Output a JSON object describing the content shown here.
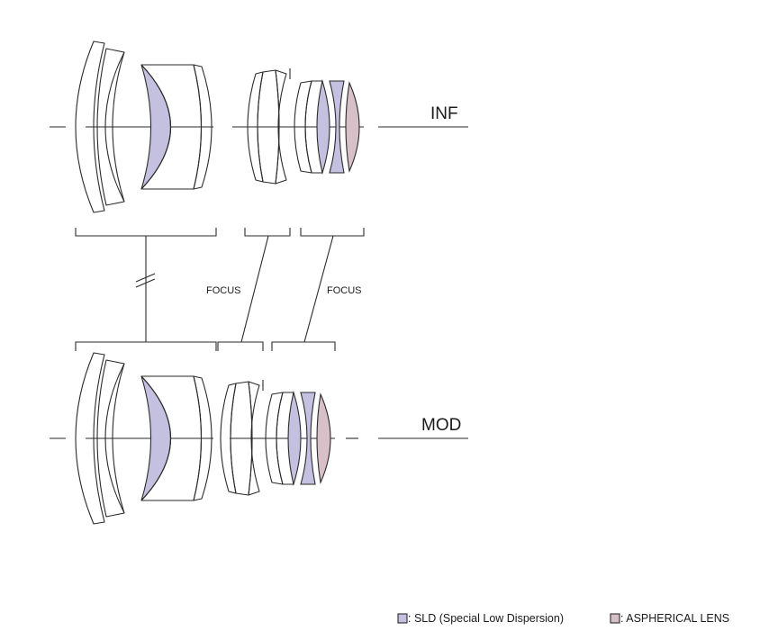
{
  "labels": {
    "inf": "INF",
    "mod": "MOD",
    "focus_left": "FOCUS",
    "focus_right": "FOCUS"
  },
  "legend": {
    "sld": ": SLD (Special Low Dispersion)",
    "aspherical": ": ASPHERICAL LENS"
  },
  "colors": {
    "sld": "#c3c0e0",
    "aspherical": "#d8c0c8"
  }
}
